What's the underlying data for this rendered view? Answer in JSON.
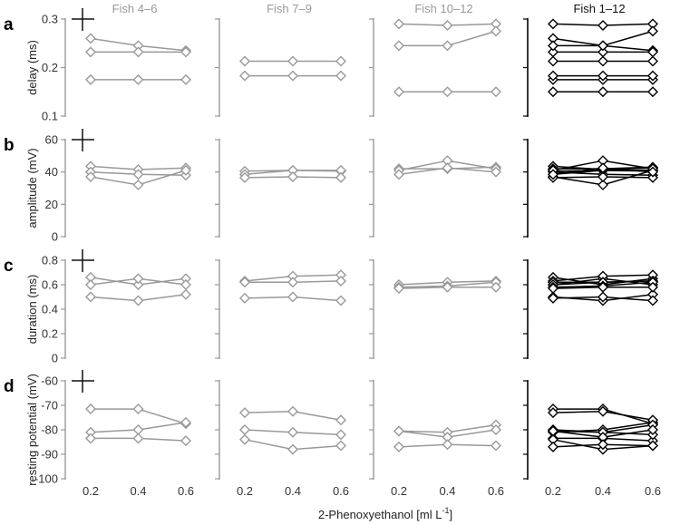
{
  "figure": {
    "xlabel": "2-Phenoxyethanol [ml L",
    "xlabel_sup": "-1",
    "xlabel_close": "]",
    "column_titles": [
      "Fish 4–6",
      "Fish 7–9",
      "Fish 10–12",
      "Fish 1–12"
    ],
    "colors": {
      "subset": "#999999",
      "combined": "#000000"
    }
  },
  "chart_data": [
    {
      "panel": "a",
      "type": "line",
      "ylabel": "delay (ms)",
      "x": [
        0.2,
        0.4,
        0.6
      ],
      "ylim": [
        0.1,
        0.3
      ],
      "yticks": [
        0.1,
        0.2,
        0.3
      ],
      "groups": [
        [
          [
            0.26,
            0.245,
            0.235
          ],
          [
            0.232,
            0.232,
            0.232
          ],
          [
            0.175,
            0.175,
            0.175
          ]
        ],
        [
          [
            0.213,
            0.213,
            0.213
          ],
          [
            0.183,
            0.183,
            0.183
          ]
        ],
        [
          [
            0.29,
            0.287,
            0.29
          ],
          [
            0.245,
            0.245,
            0.275
          ],
          [
            0.15,
            0.15,
            0.15
          ]
        ]
      ]
    },
    {
      "panel": "b",
      "type": "line",
      "ylabel": "amplitude (mV)",
      "x": [
        0.2,
        0.4,
        0.6
      ],
      "ylim": [
        0,
        60
      ],
      "yticks": [
        0,
        20,
        40,
        60
      ],
      "groups": [
        [
          [
            43.5,
            41.5,
            42.5
          ],
          [
            40,
            38.5,
            38
          ],
          [
            37,
            32,
            41
          ]
        ],
        [
          [
            40.5,
            41,
            40.5
          ],
          [
            38.5,
            41,
            41
          ],
          [
            36.5,
            37,
            36.5
          ]
        ],
        [
          [
            42,
            42,
            43
          ],
          [
            41,
            47,
            42
          ],
          [
            38.5,
            42.5,
            40
          ]
        ]
      ]
    },
    {
      "panel": "c",
      "type": "line",
      "ylabel": "duration (ms)",
      "x": [
        0.2,
        0.4,
        0.6
      ],
      "ylim": [
        0,
        0.8
      ],
      "yticks": [
        0,
        0.2,
        0.4,
        0.6,
        0.8
      ],
      "groups": [
        [
          [
            0.66,
            0.6,
            0.65
          ],
          [
            0.6,
            0.65,
            0.6
          ],
          [
            0.5,
            0.47,
            0.52
          ]
        ],
        [
          [
            0.63,
            0.67,
            0.68
          ],
          [
            0.62,
            0.62,
            0.63
          ],
          [
            0.49,
            0.5,
            0.47
          ]
        ],
        [
          [
            0.6,
            0.62,
            0.63
          ],
          [
            0.58,
            0.59,
            0.62
          ],
          [
            0.57,
            0.58,
            0.58
          ]
        ]
      ]
    },
    {
      "panel": "d",
      "type": "line",
      "ylabel": "resting potential (mV)",
      "x": [
        0.2,
        0.4,
        0.6
      ],
      "ylim": [
        -100,
        -60
      ],
      "yticks": [
        -100,
        -90,
        -80,
        -70,
        -60
      ],
      "groups": [
        [
          [
            -71.5,
            -71.5,
            -77.5
          ],
          [
            -81,
            -80,
            -77
          ],
          [
            -83.5,
            -83.5,
            -84.5
          ]
        ],
        [
          [
            -73,
            -72.5,
            -76
          ],
          [
            -80,
            -81,
            -82
          ],
          [
            -84,
            -88,
            -86.5
          ]
        ],
        [
          [
            -80.5,
            -81,
            -78
          ],
          [
            -80.5,
            -83,
            -80
          ],
          [
            -87,
            -86,
            -86.5
          ]
        ]
      ]
    }
  ]
}
